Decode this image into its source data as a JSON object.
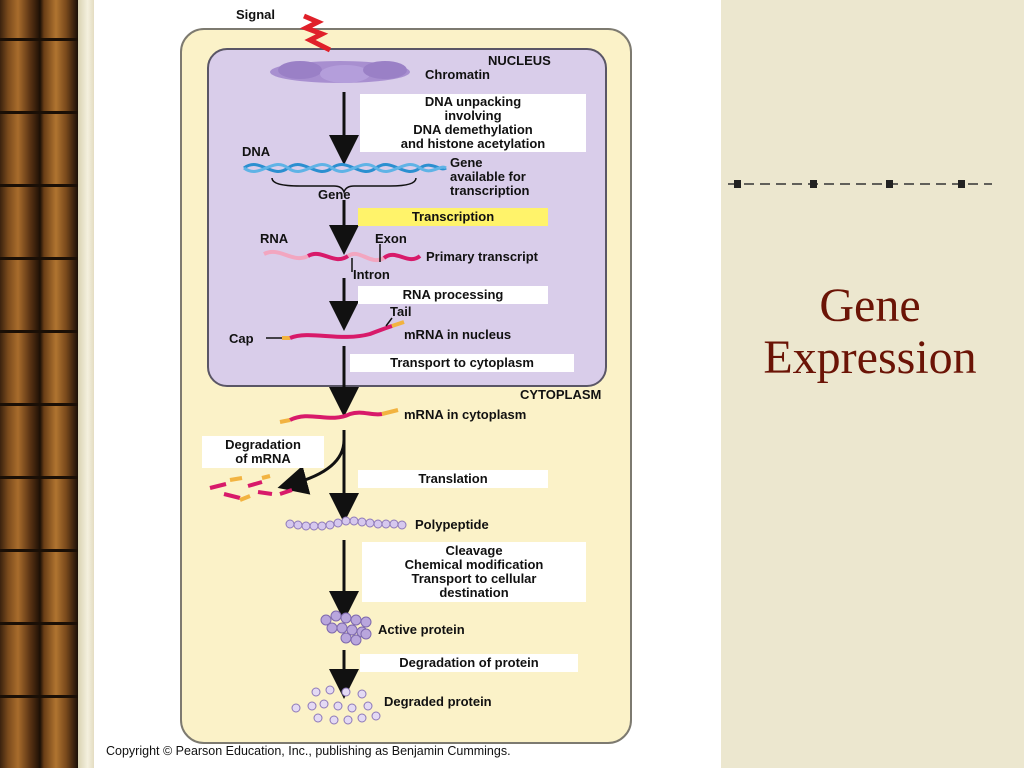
{
  "slide": {
    "title_line1": "Gene",
    "title_line2": "Expression",
    "title_color": "#6b1406",
    "background_color": "#ece7cf"
  },
  "diagram": {
    "signal": "Signal",
    "nucleus": "NUCLEUS",
    "cytoplasm": "CYTOPLASM",
    "chromatin": "Chromatin",
    "unpacking_line1": "DNA unpacking",
    "unpacking_line2": "involving",
    "unpacking_line3": "DNA demethylation",
    "unpacking_line4": "and histone acetylation",
    "dna": "DNA",
    "gene": "Gene",
    "gene_available_line1": "Gene",
    "gene_available_line2": "available for",
    "gene_available_line3": "transcription",
    "transcription": "Transcription",
    "rna": "RNA",
    "exon": "Exon",
    "intron": "Intron",
    "primary_transcript": "Primary transcript",
    "rna_processing": "RNA processing",
    "tail": "Tail",
    "cap": "Cap",
    "mrna_nucleus": "mRNA in nucleus",
    "transport_cytoplasm": "Transport to cytoplasm",
    "mrna_cytoplasm": "mRNA in cytoplasm",
    "degradation_mrna_line1": "Degradation",
    "degradation_mrna_line2": "of mRNA",
    "translation": "Translation",
    "polypeptide": "Polypeptide",
    "cleavage_line1": "Cleavage",
    "cleavage_line2": "Chemical modification",
    "cleavage_line3": "Transport to cellular",
    "cleavage_line4": "destination",
    "active_protein": "Active protein",
    "degradation_protein": "Degradation of protein",
    "degraded_protein": "Degraded protein",
    "copyright": "Copyright © Pearson Education, Inc., publishing as Benjamin Cummings."
  },
  "colors": {
    "cell_fill": "#fbf2c8",
    "nucleus_fill": "#d9cdea",
    "mrna_color": "#d81a6a",
    "dna_color": "#2b8fd0",
    "highlight_box": "#fff36a",
    "protein_color": "#b9a6dd"
  }
}
